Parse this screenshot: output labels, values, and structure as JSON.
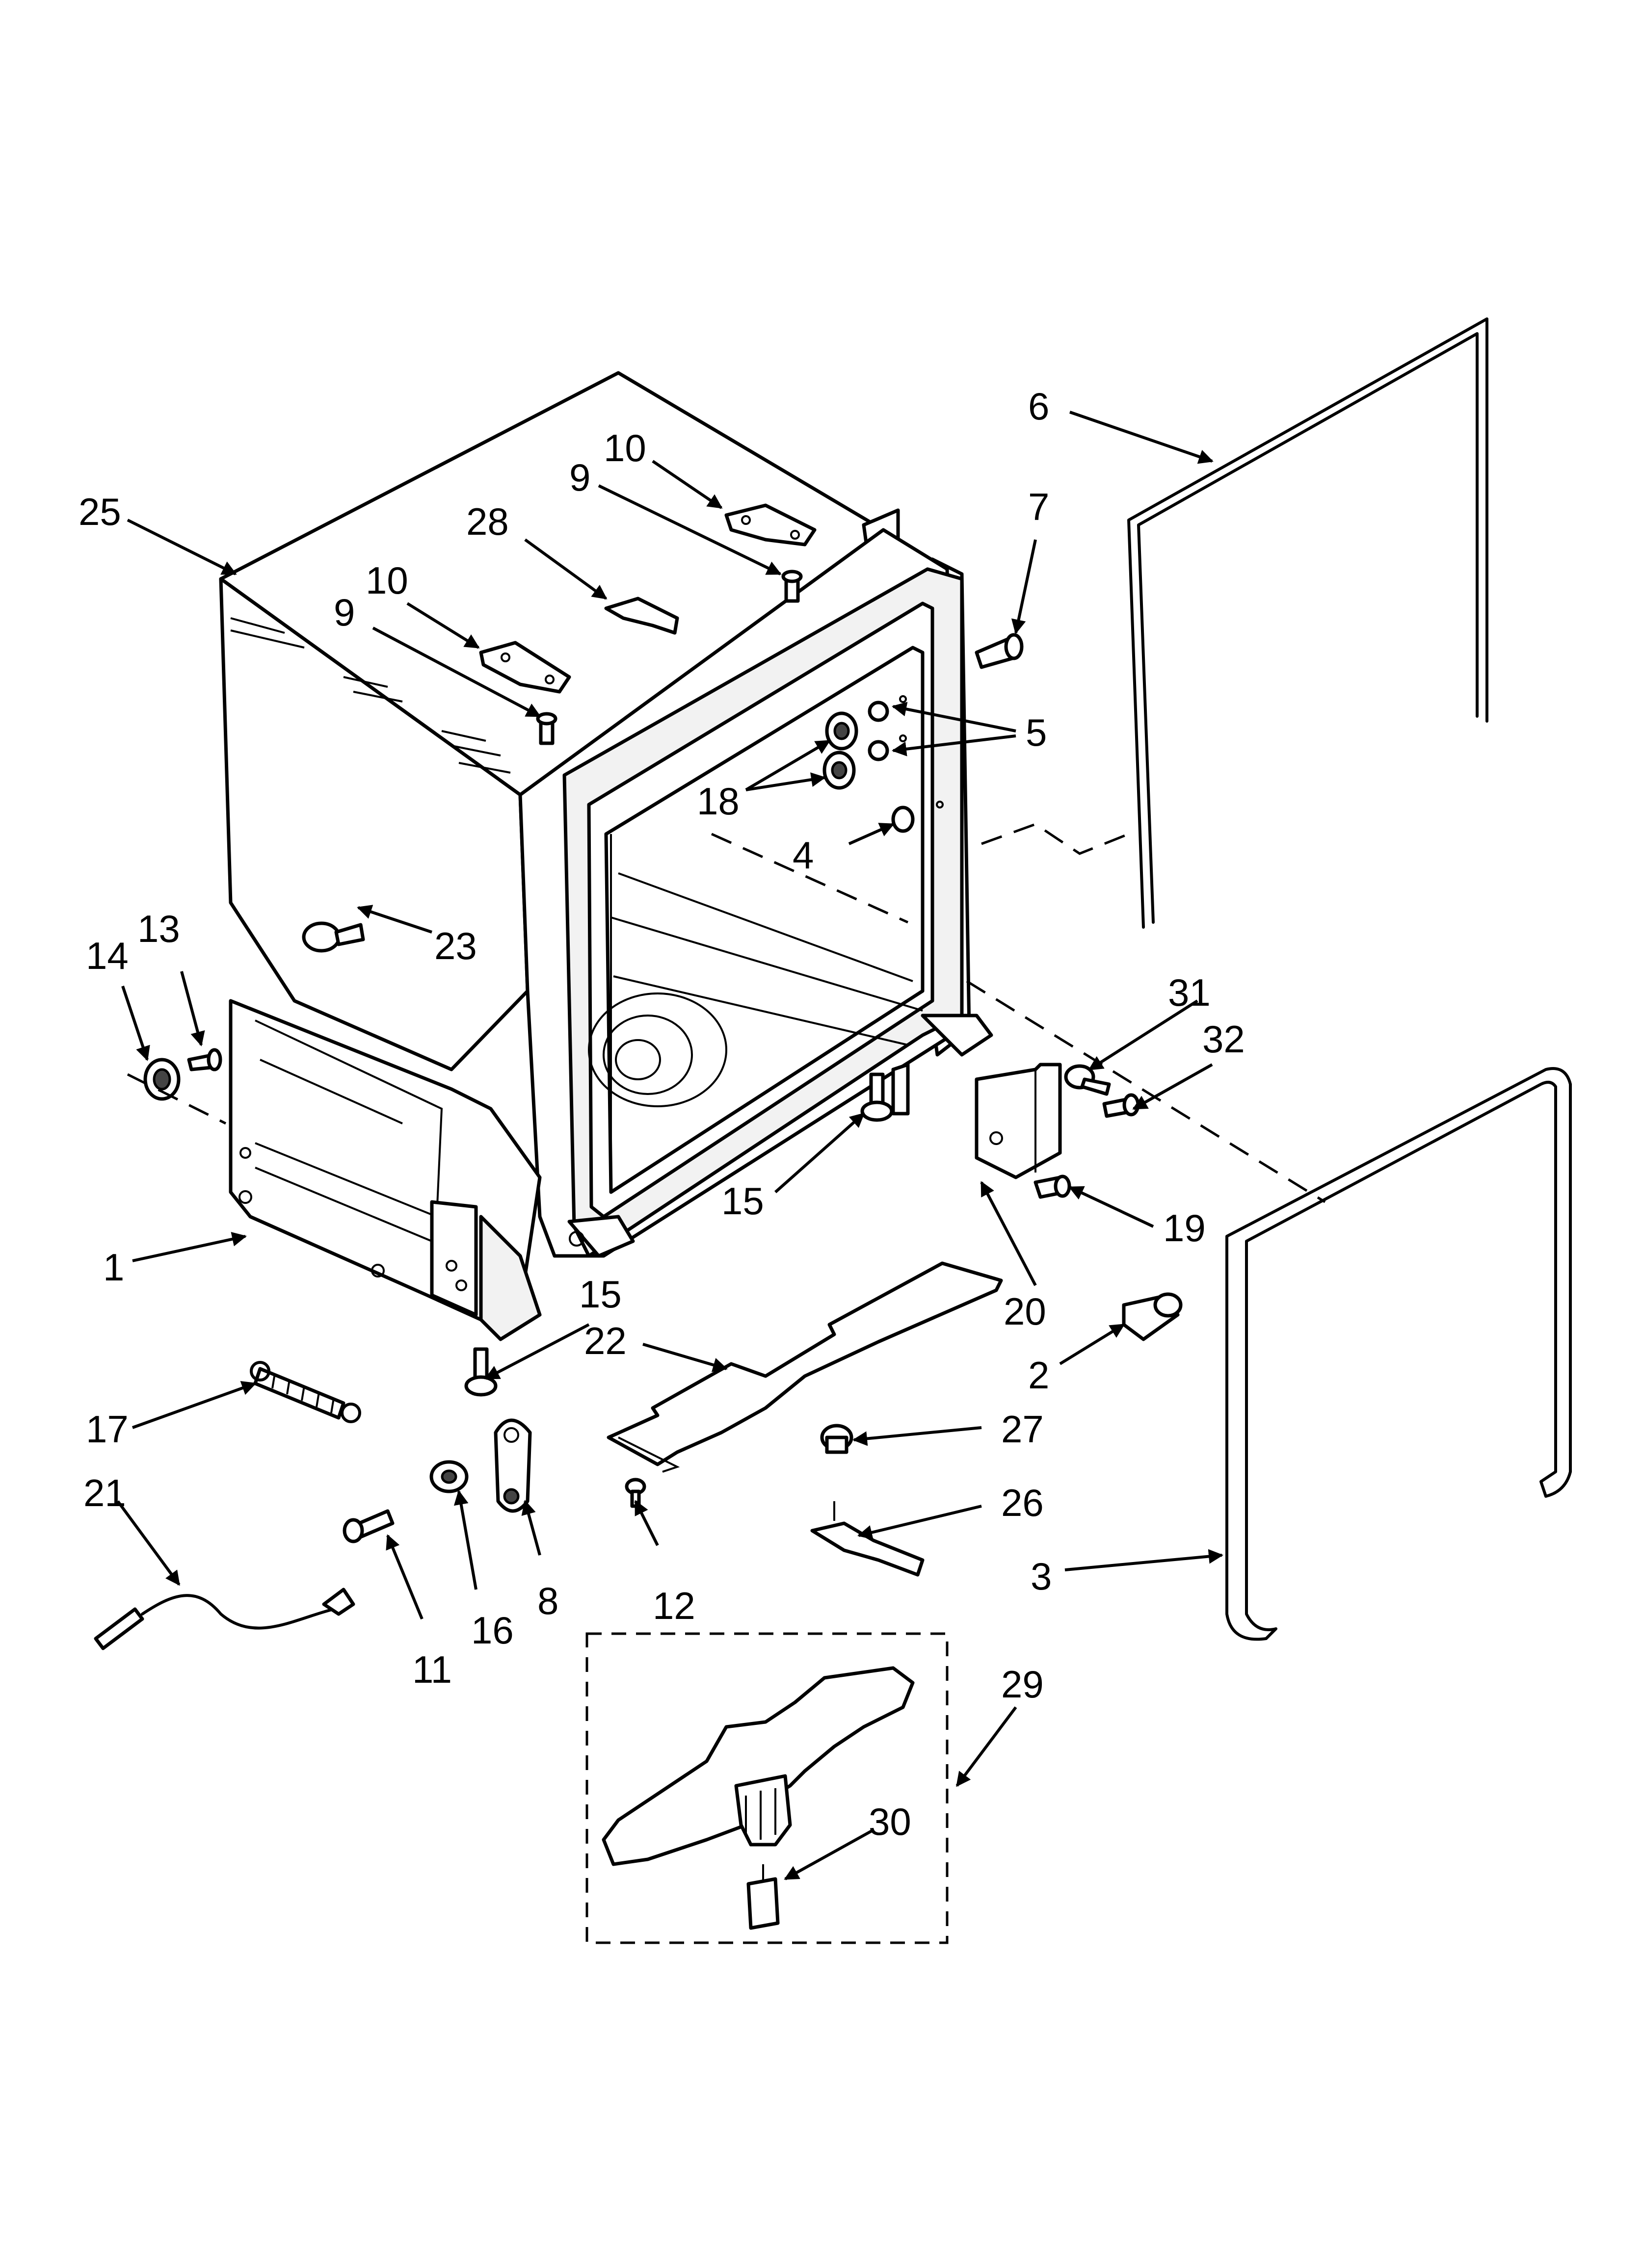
{
  "diagram": {
    "type": "exploded-parts-diagram",
    "callouts": [
      {
        "id": "c25",
        "text": "25"
      },
      {
        "id": "c10a",
        "text": "10"
      },
      {
        "id": "c9a",
        "text": "9"
      },
      {
        "id": "c28",
        "text": "28"
      },
      {
        "id": "c10b",
        "text": "10"
      },
      {
        "id": "c9b",
        "text": "9"
      },
      {
        "id": "c6",
        "text": "6"
      },
      {
        "id": "c7",
        "text": "7"
      },
      {
        "id": "c5",
        "text": "5"
      },
      {
        "id": "c18",
        "text": "18"
      },
      {
        "id": "c4",
        "text": "4"
      },
      {
        "id": "c23",
        "text": "23"
      },
      {
        "id": "c13",
        "text": "13"
      },
      {
        "id": "c14",
        "text": "14"
      },
      {
        "id": "c31",
        "text": "31"
      },
      {
        "id": "c32",
        "text": "32"
      },
      {
        "id": "c15a",
        "text": "15"
      },
      {
        "id": "c19",
        "text": "19"
      },
      {
        "id": "c1",
        "text": "1"
      },
      {
        "id": "c15b",
        "text": "15"
      },
      {
        "id": "c20",
        "text": "20"
      },
      {
        "id": "c22",
        "text": "22"
      },
      {
        "id": "c2",
        "text": "2"
      },
      {
        "id": "c17",
        "text": "17"
      },
      {
        "id": "c27",
        "text": "27"
      },
      {
        "id": "c21",
        "text": "21"
      },
      {
        "id": "c26",
        "text": "26"
      },
      {
        "id": "c8",
        "text": "8"
      },
      {
        "id": "c12",
        "text": "12"
      },
      {
        "id": "c3",
        "text": "3"
      },
      {
        "id": "c16",
        "text": "16"
      },
      {
        "id": "c11",
        "text": "11"
      },
      {
        "id": "c29",
        "text": "29"
      },
      {
        "id": "c30",
        "text": "30"
      }
    ]
  }
}
